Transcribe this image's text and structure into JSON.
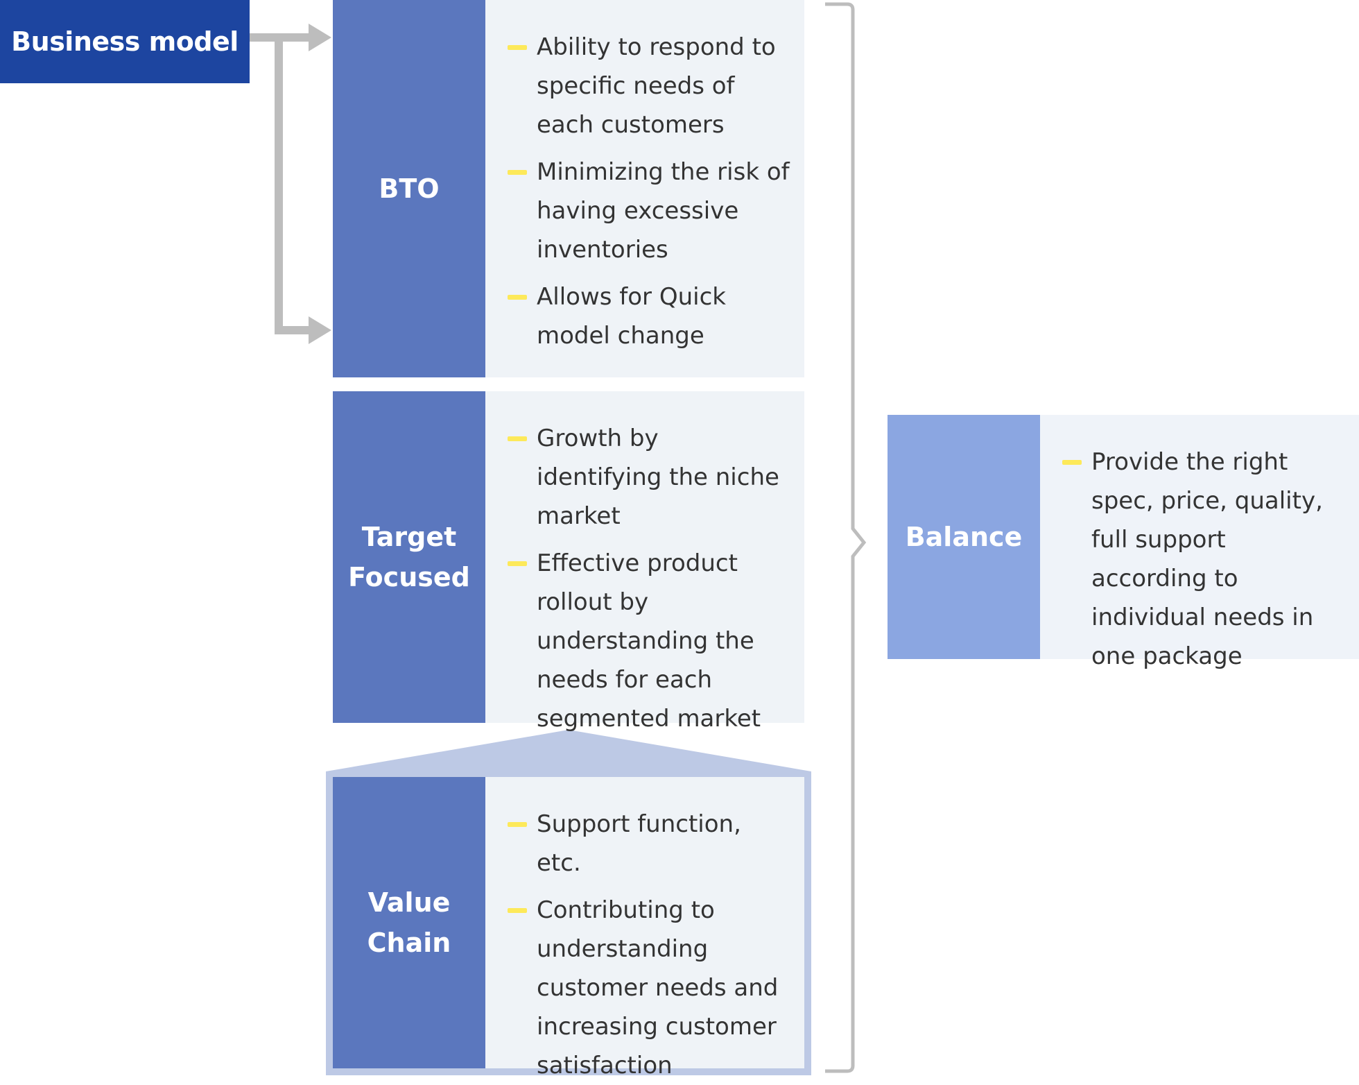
{
  "business_model": {
    "label": "Business model"
  },
  "bto": {
    "label": "BTO",
    "items": [
      "Ability to respond to specific needs of each customers",
      "Minimizing the risk of having excessive inventories",
      "Allows for Quick model change"
    ]
  },
  "target_focused": {
    "label_line1": "Target",
    "label_line2": "Focused",
    "items": [
      "Growth by identifying the niche market",
      "Effective product rollout by understanding the needs for each segmented market"
    ]
  },
  "value_chain": {
    "label_line1": "Value",
    "label_line2": "Chain",
    "items": [
      "Support function, etc.",
      "Contributing to understanding customer needs and increasing customer satisfaction"
    ]
  },
  "balance": {
    "label": "Balance",
    "items": [
      "Provide the right spec, price, quality, full support according to individual needs in one package"
    ]
  },
  "colors": {
    "business_model_bg": "#1d45a0",
    "label_bg": "#5b77be",
    "balance_label_bg": "#8ba6e1",
    "desc_bg": "#eff3f7",
    "dash": "#fde95a",
    "connector": "#bdbdbd",
    "value_chain_frame": "#bdc9e5"
  }
}
